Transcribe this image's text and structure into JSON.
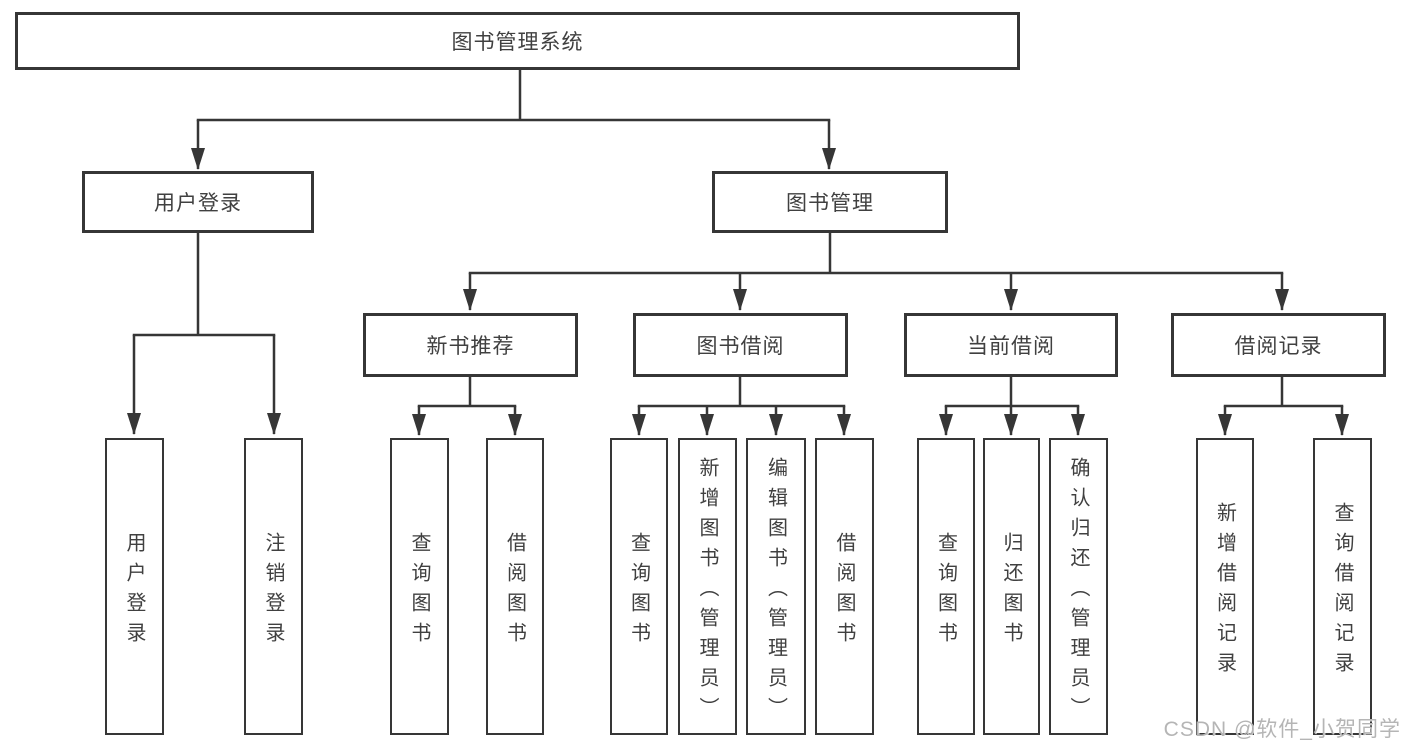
{
  "diagram_title": "图书管理系统",
  "tree": {
    "label": "图书管理系统",
    "children": [
      {
        "label": "用户登录",
        "children": [
          {
            "label": "用户登录"
          },
          {
            "label": "注销登录"
          }
        ]
      },
      {
        "label": "图书管理",
        "children": [
          {
            "label": "新书推荐",
            "children": [
              {
                "label": "查询图书"
              },
              {
                "label": "借阅图书"
              }
            ]
          },
          {
            "label": "图书借阅",
            "children": [
              {
                "label": "查询图书"
              },
              {
                "label": "新增图书（管理员）"
              },
              {
                "label": "编辑图书（管理员）"
              },
              {
                "label": "借阅图书"
              }
            ]
          },
          {
            "label": "当前借阅",
            "children": [
              {
                "label": "查询图书"
              },
              {
                "label": "归还图书"
              },
              {
                "label": "确认归还（管理员）"
              }
            ]
          },
          {
            "label": "借阅记录",
            "children": [
              {
                "label": "新增借阅记录"
              },
              {
                "label": "查询借阅记录"
              }
            ]
          }
        ]
      }
    ]
  },
  "watermark": {
    "text": "CSDN @软件_小贺同学"
  },
  "colors": {
    "line": "#363636",
    "box_border": "#363636",
    "text": "#404040",
    "background": "#ffffff",
    "watermark": "#b5b5b5"
  }
}
